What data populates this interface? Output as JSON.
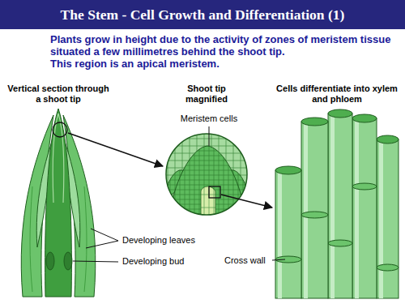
{
  "diagram": {
    "title": "The Stem - Cell Growth and Differentiation (1)",
    "labels": [
      "Plants grow in height due to the activity of zones of meristem tissue situated a few millimetres behind the shoot tip.",
      "This region is an apical meristem.",
      "Vertical section through a shoot tip",
      "Shoot tip magnified",
      "Cells differentiate into xylem and phloem",
      "Meristem cells",
      "Developing leaves",
      "Developing bud",
      "Cross wall"
    ]
  }
}
